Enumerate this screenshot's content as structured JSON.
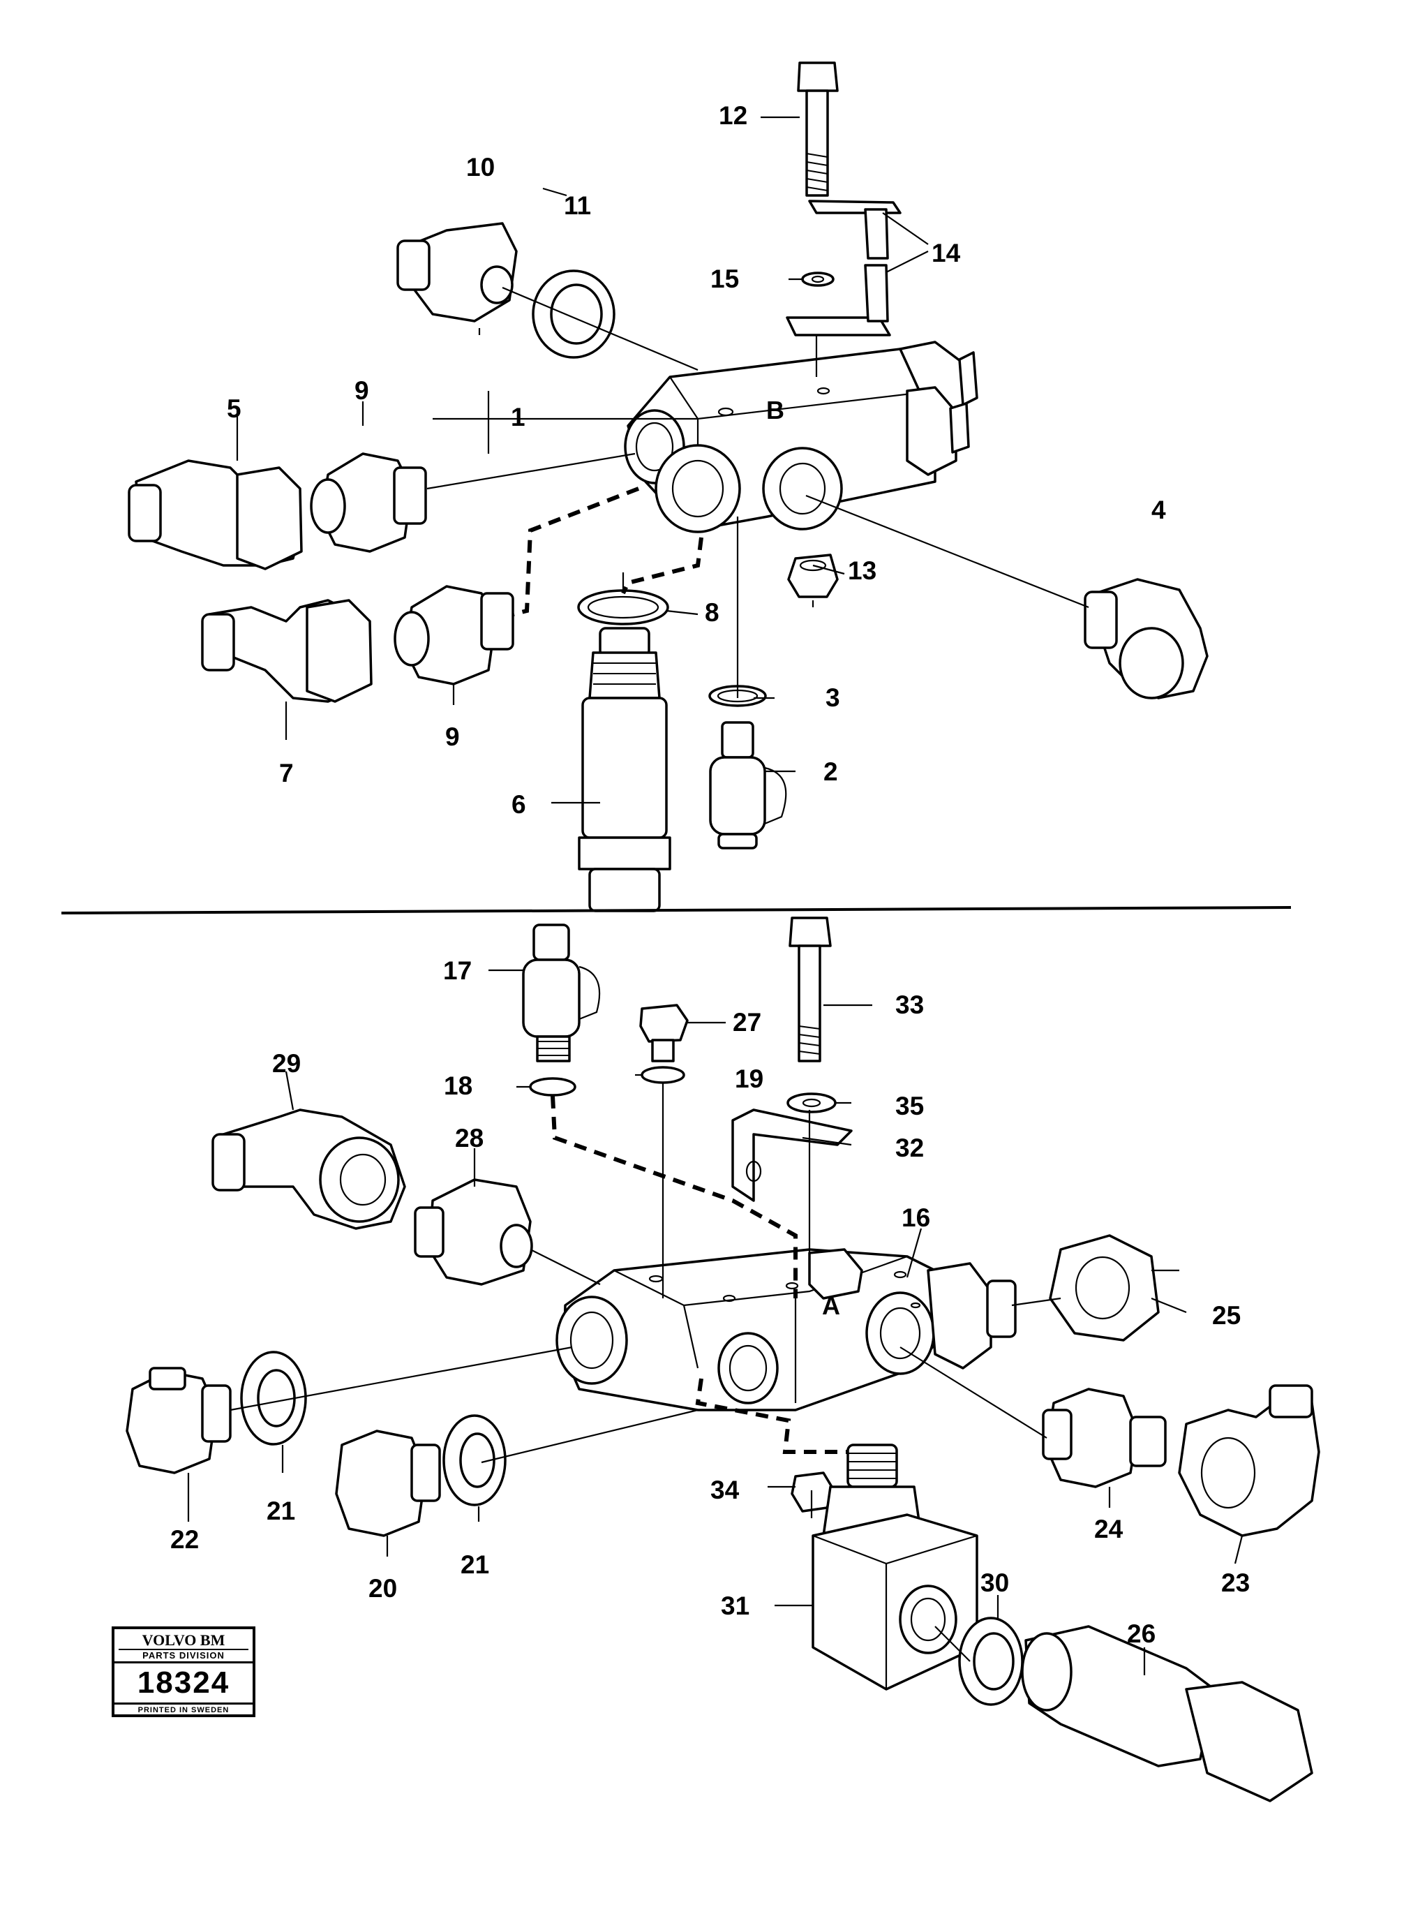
{
  "callouts": {
    "c1": "1",
    "c2": "2",
    "c3": "3",
    "c4": "4",
    "c5": "5",
    "c6": "6",
    "c7": "7",
    "c8": "8",
    "c9a": "9",
    "c9b": "9",
    "c10": "10",
    "c11": "11",
    "c12": "12",
    "c13": "13",
    "c14": "14",
    "c15": "15",
    "c16": "16",
    "c17": "17",
    "c18": "18",
    "c19": "19",
    "c20": "20",
    "c21a": "21",
    "c21b": "21",
    "c22": "22",
    "c23": "23",
    "c24": "24",
    "c25": "25",
    "c26": "26",
    "c27": "27",
    "c28": "28",
    "c29": "29",
    "c30": "30",
    "c31": "31",
    "c32": "32",
    "c33": "33",
    "c34": "34",
    "c35": "35"
  },
  "port_labels": {
    "upper_block": "B",
    "lower_block": "A"
  },
  "badge": {
    "brand": "VOLVO BM",
    "division": "PARTS DIVISION",
    "drawing_number": "18324",
    "printed": "PRINTED IN SWEDEN"
  }
}
